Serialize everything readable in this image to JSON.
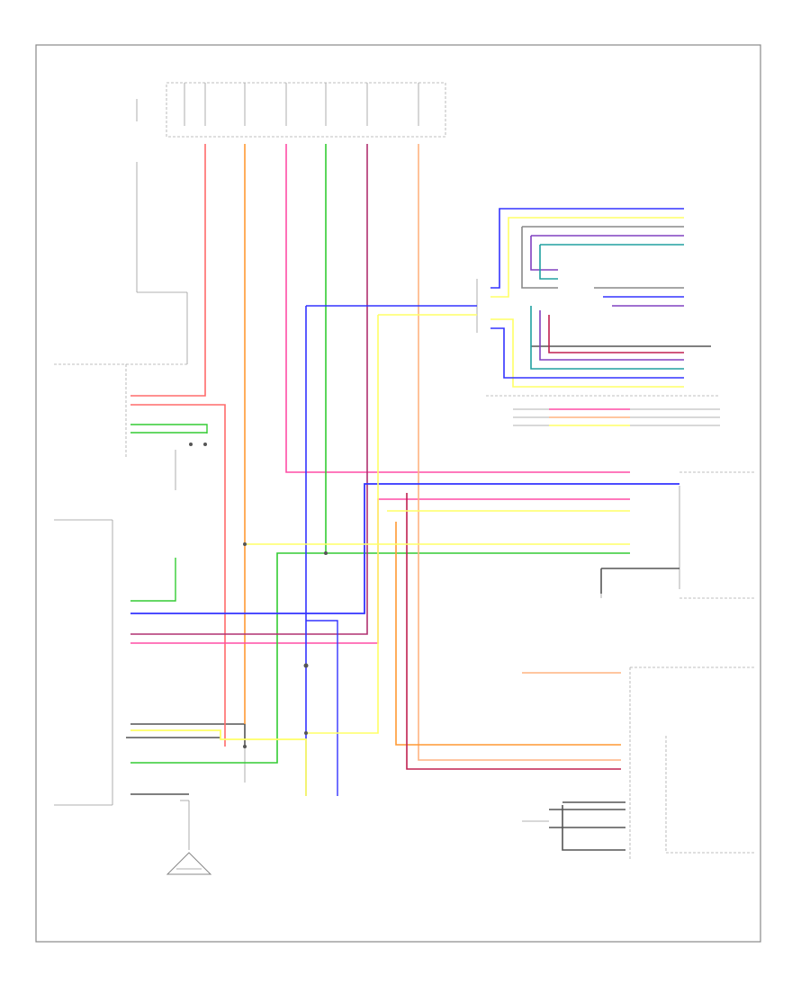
{
  "diagram": {
    "footer_code": "",
    "connectors": [
      {
        "id": "top-fuse-block",
        "label": ""
      },
      {
        "id": "body-control-module",
        "label": ""
      },
      {
        "id": "left-tpms-module",
        "label": ""
      },
      {
        "id": "display-unit",
        "label": ""
      },
      {
        "id": "instrument-cluster",
        "label": ""
      },
      {
        "id": "combination-meter",
        "label": ""
      },
      {
        "id": "tire-pressure-sensor",
        "label": ""
      }
    ],
    "wire_colors": {
      "red": "#ff6b6b",
      "orange": "#ff9933",
      "pink": "#ff4da6",
      "green": "#33cc33",
      "purple": "#b03070",
      "peach": "#ffb380",
      "blue": "#3333ff",
      "yellow": "#ffff66",
      "black": "#555555",
      "teal": "#20a0a0",
      "violet": "#8040c0"
    }
  }
}
